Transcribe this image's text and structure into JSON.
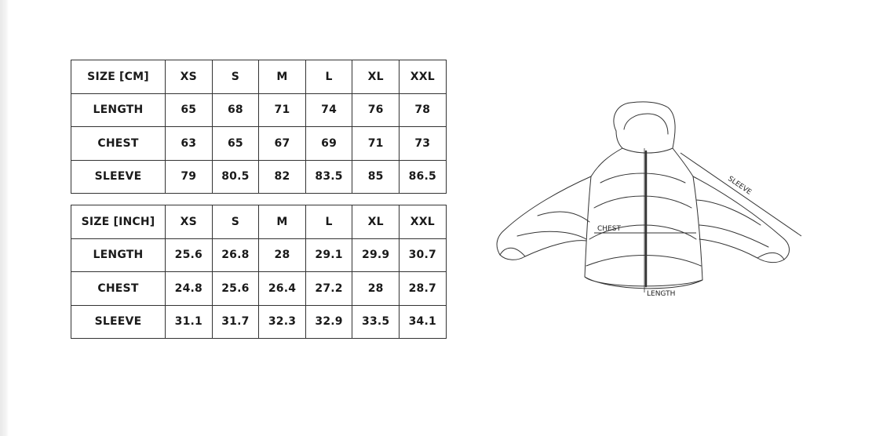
{
  "tables": [
    {
      "id": "cm",
      "header": [
        "SIZE [CM]",
        "XS",
        "S",
        "M",
        "L",
        "XL",
        "XXL"
      ],
      "rows": [
        {
          "label": "LENGTH",
          "values": [
            "65",
            "68",
            "71",
            "74",
            "76",
            "78"
          ]
        },
        {
          "label": "CHEST",
          "values": [
            "63",
            "65",
            "67",
            "69",
            "71",
            "73"
          ]
        },
        {
          "label": "SLEEVE",
          "values": [
            "79",
            "80.5",
            "82",
            "83.5",
            "85",
            "86.5"
          ]
        }
      ]
    },
    {
      "id": "inch",
      "header": [
        "SIZE [INCH]",
        "XS",
        "S",
        "M",
        "L",
        "XL",
        "XXL"
      ],
      "rows": [
        {
          "label": "LENGTH",
          "values": [
            "25.6",
            "26.8",
            "28",
            "29.1",
            "29.9",
            "30.7"
          ]
        },
        {
          "label": "CHEST",
          "values": [
            "24.8",
            "25.6",
            "26.4",
            "27.2",
            "28",
            "28.7"
          ]
        },
        {
          "label": "SLEEVE",
          "values": [
            "31.1",
            "31.7",
            "32.3",
            "32.9",
            "33.5",
            "34.1"
          ]
        }
      ]
    }
  ],
  "diagram": {
    "chest_label": "CHEST",
    "length_label": "LENGTH",
    "sleeve_label": "SLEEVE"
  }
}
